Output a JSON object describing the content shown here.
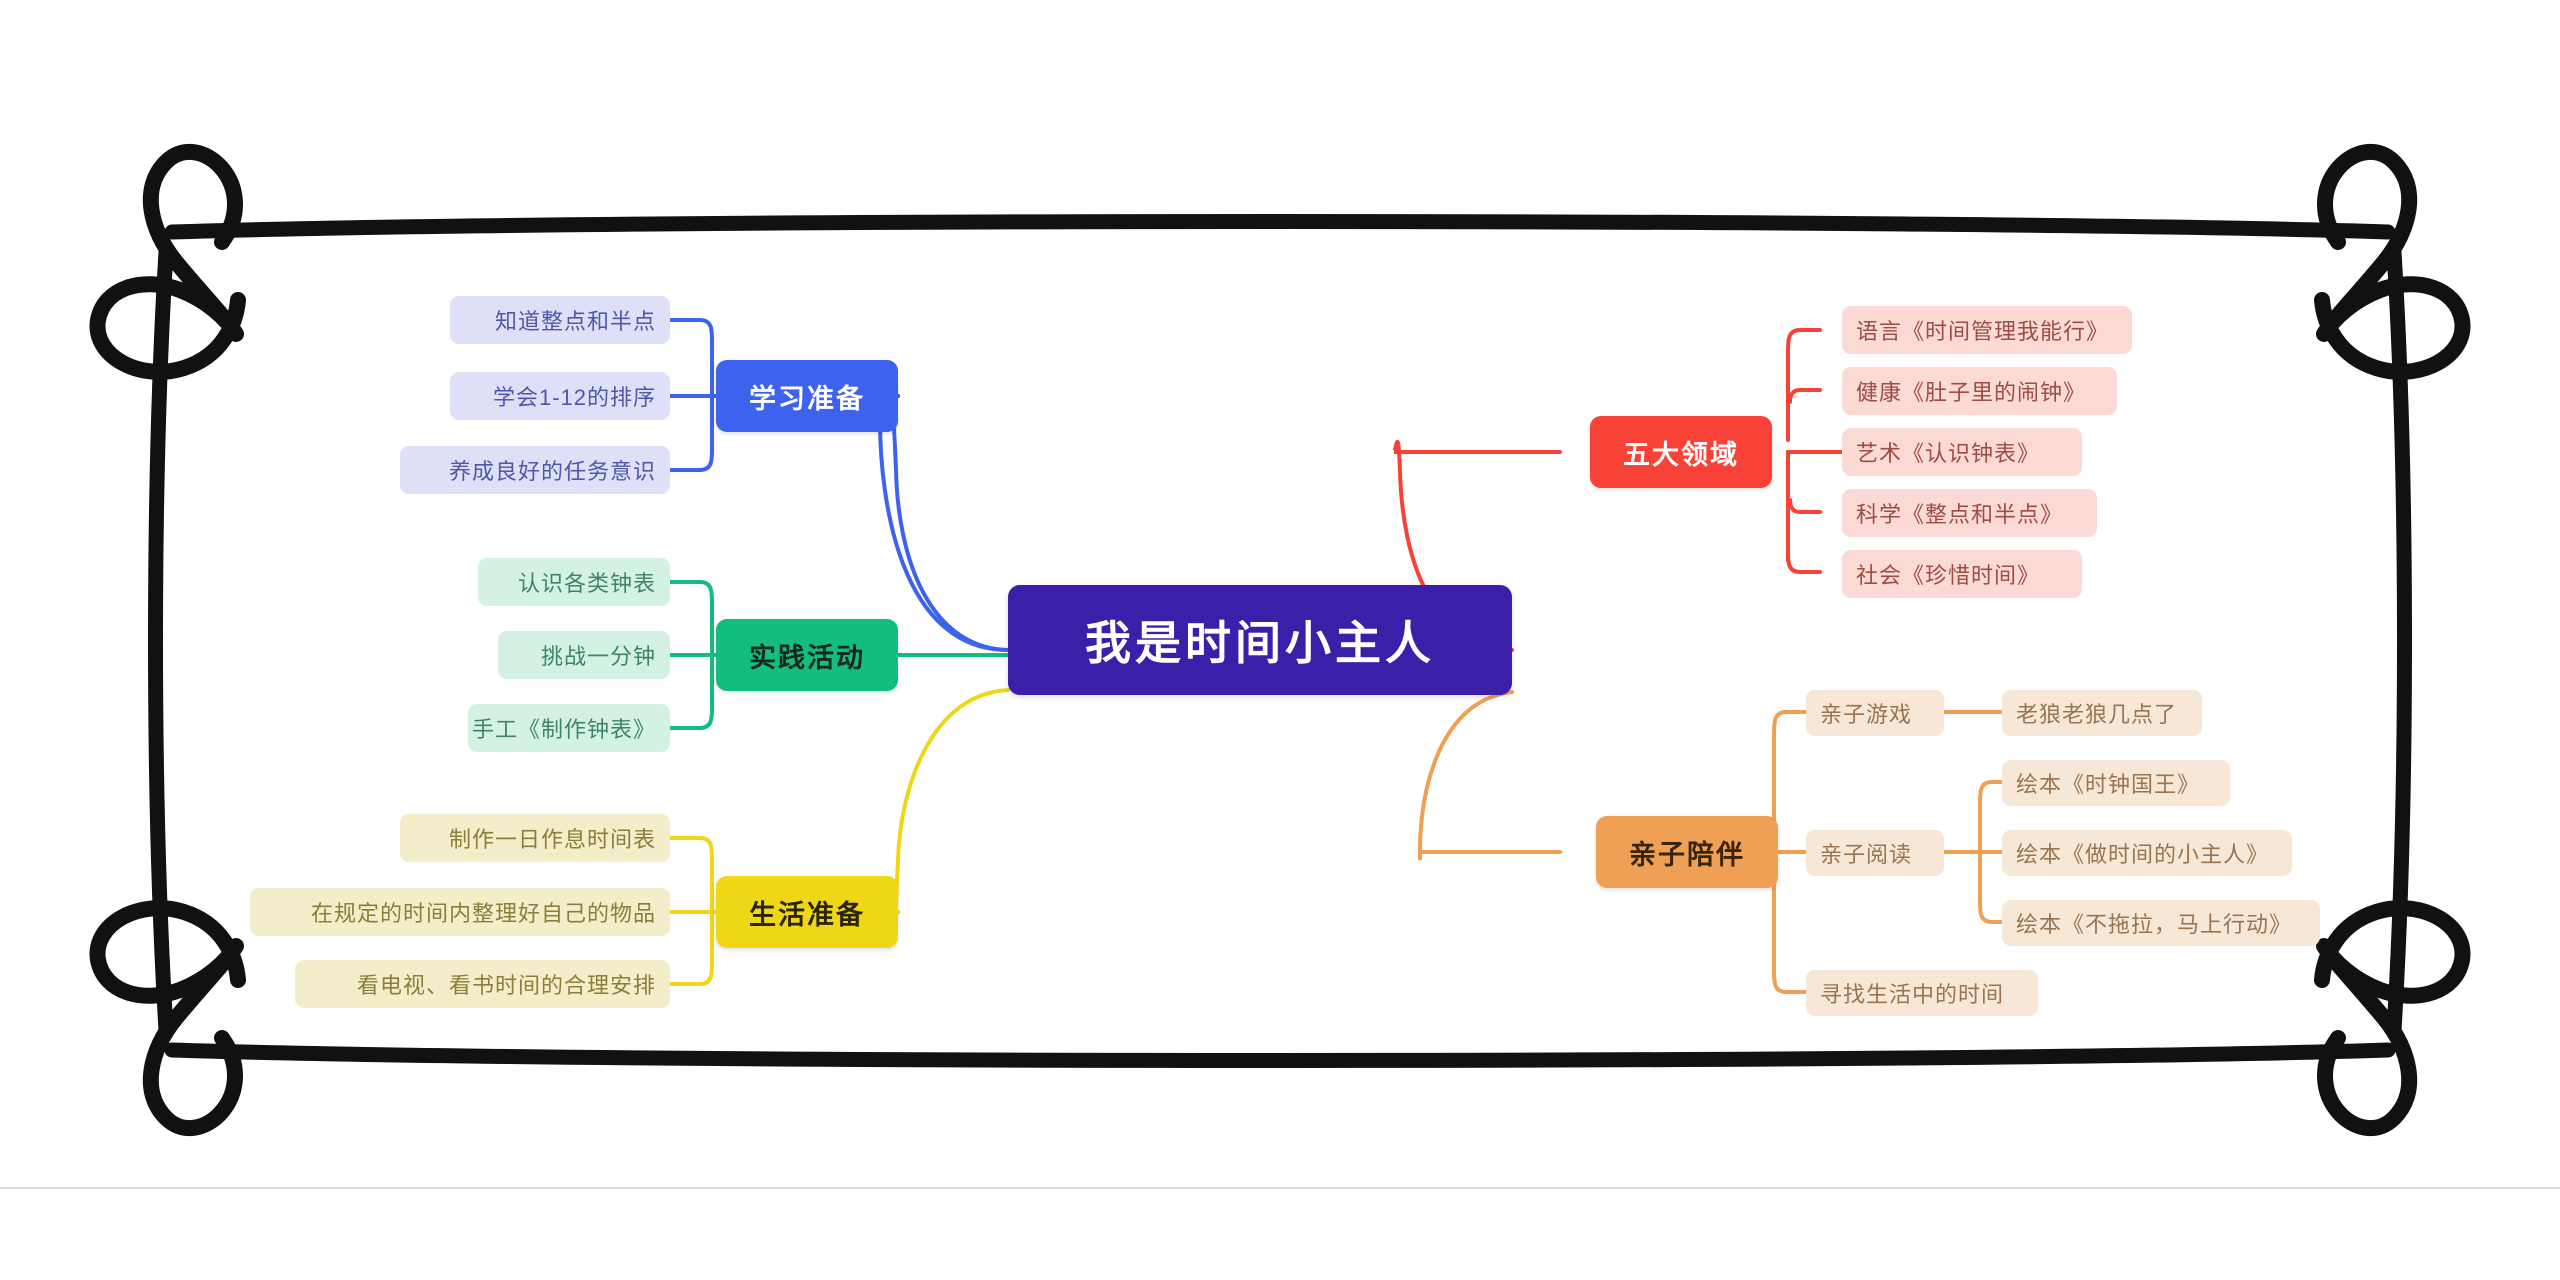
{
  "page": {
    "background": "#ffffff",
    "divider_color": "#dcdcdc",
    "frame_color": "#111111"
  },
  "central": {
    "label": "我是时间小主人",
    "color": "#3B1FA8",
    "text_color": "#ffffff"
  },
  "branches": [
    {
      "id": "study",
      "label": "学习准备",
      "side": "left",
      "color": "#3D62EE",
      "leaf_bg": "#DEE0F7",
      "leaf_text": "#4F58A8",
      "children": [
        {
          "label": "知道整点和半点"
        },
        {
          "label": "学会1-12的排序"
        },
        {
          "label": "养成良好的任务意识"
        }
      ]
    },
    {
      "id": "practice",
      "label": "实践活动",
      "side": "left",
      "color": "#13BE7D",
      "leaf_bg": "#D4F2E3",
      "leaf_text": "#3E8468",
      "children": [
        {
          "label": "认识各类钟表"
        },
        {
          "label": "挑战一分钟"
        },
        {
          "label": "手工《制作钟表》"
        }
      ]
    },
    {
      "id": "life",
      "label": "生活准备",
      "side": "left",
      "color": "#EFD617",
      "leaf_bg": "#F4EDC9",
      "leaf_text": "#8A7E3A",
      "children": [
        {
          "label": "制作一日作息时间表"
        },
        {
          "label": "在规定的时间内整理好自己的物品"
        },
        {
          "label": "看电视、看书时间的合理安排"
        }
      ]
    },
    {
      "id": "fivefields",
      "label": "五大领域",
      "side": "right",
      "color": "#F84238",
      "leaf_bg": "#FBDAD6",
      "leaf_text": "#9E4C46",
      "children": [
        {
          "label": "语言《时间管理我能行》"
        },
        {
          "label": "健康《肚子里的闹钟》"
        },
        {
          "label": "艺术《认识钟表》"
        },
        {
          "label": "科学《整点和半点》"
        },
        {
          "label": "社会《珍惜时间》"
        }
      ]
    },
    {
      "id": "companion",
      "label": "亲子陪伴",
      "side": "right",
      "color": "#F0A055",
      "leaf_bg": "#F7E7D6",
      "leaf_text": "#9A7450",
      "children": [
        {
          "label": "亲子游戏",
          "grandchildren": [
            {
              "label": "老狼老狼几点了"
            }
          ]
        },
        {
          "label": "亲子阅读",
          "grandchildren": [
            {
              "label": "绘本《时钟国王》"
            },
            {
              "label": "绘本《做时间的小主人》"
            },
            {
              "label": "绘本《不拖拉，马上行动》"
            }
          ]
        },
        {
          "label": "寻找生活中的时间",
          "grandchildren": []
        }
      ]
    }
  ],
  "labels": {
    "study_c0": "知道整点和半点",
    "study_c1": "学会1-12的排序",
    "study_c2": "养成良好的任务意识",
    "practice_c0": "认识各类钟表",
    "practice_c1": "挑战一分钟",
    "practice_c2": "手工《制作钟表》",
    "life_c0": "制作一日作息时间表",
    "life_c1": "在规定的时间内整理好自己的物品",
    "life_c2": "看电视、看书时间的合理安排",
    "five_c0": "语言《时间管理我能行》",
    "five_c1": "健康《肚子里的闹钟》",
    "five_c2": "艺术《认识钟表》",
    "five_c3": "科学《整点和半点》",
    "five_c4": "社会《珍惜时间》",
    "comp_c0": "亲子游戏",
    "comp_c1": "亲子阅读",
    "comp_c2": "寻找生活中的时间",
    "comp_g0": "老狼老狼几点了",
    "comp_g1": "绘本《时钟国王》",
    "comp_g2": "绘本《做时间的小主人》",
    "comp_g3": "绘本《不拖拉，马上行动》"
  }
}
